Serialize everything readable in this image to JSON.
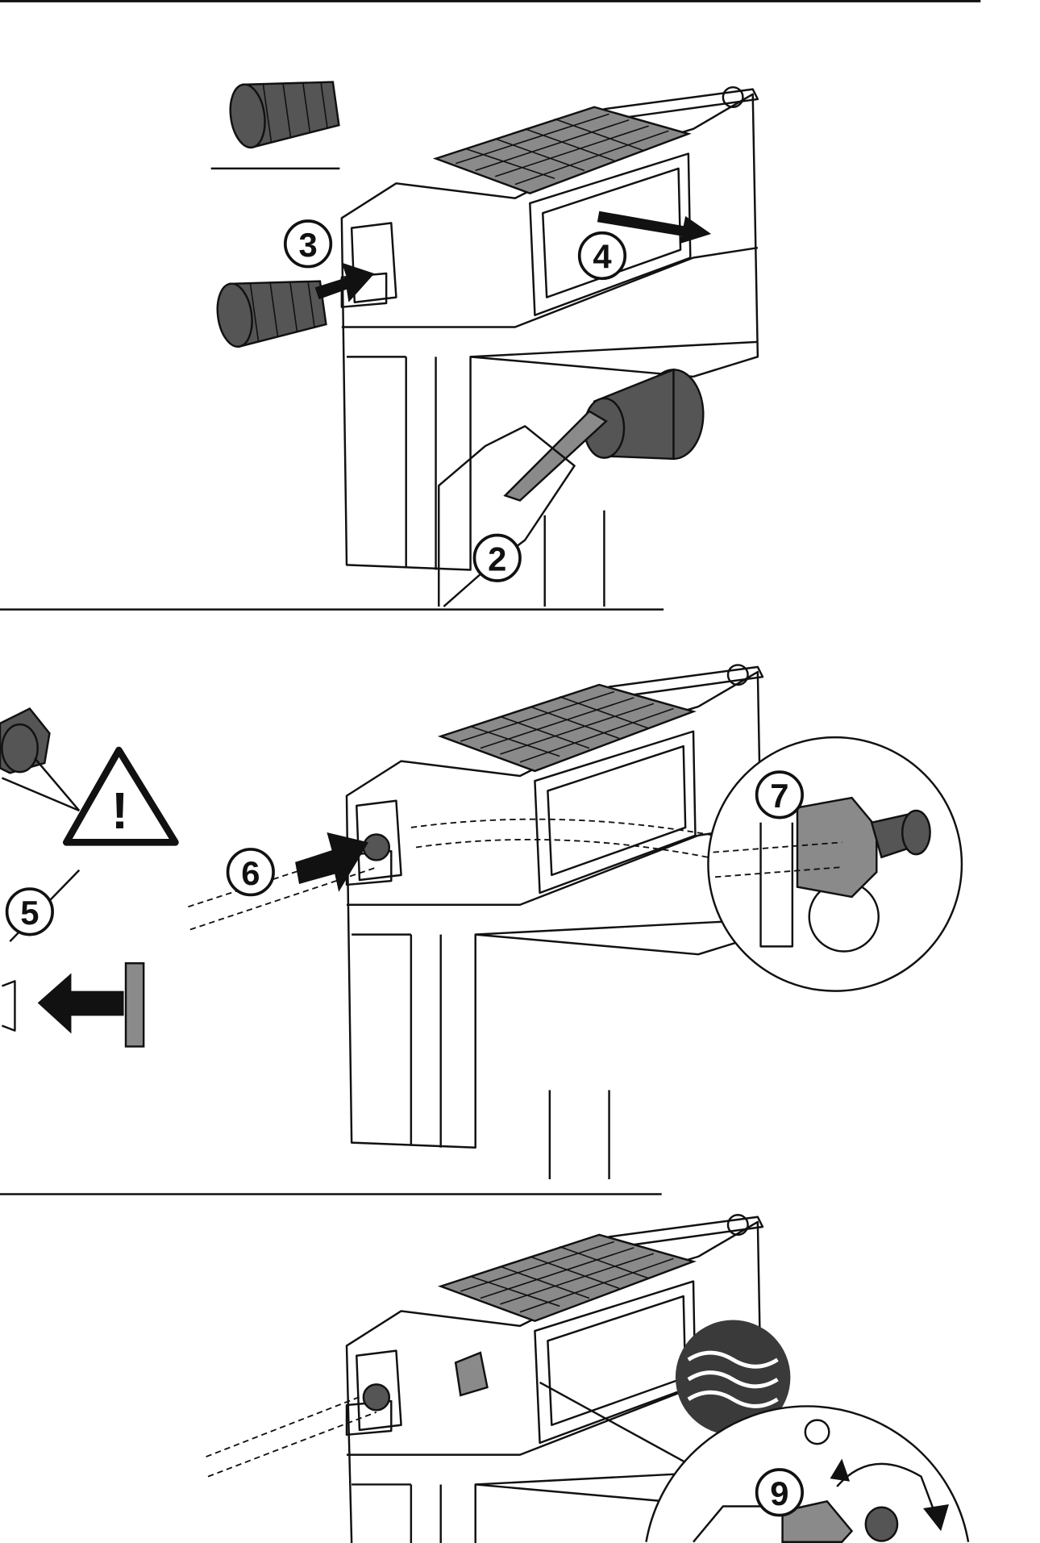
{
  "diagram": {
    "type": "installation-instructions",
    "colors": {
      "line": "#111111",
      "fill_grey": "#8a8a8a",
      "water_icon": "#3a3a3a"
    },
    "panels": [
      {
        "steps": [
          "2",
          "3",
          "4"
        ]
      },
      {
        "steps": [
          "5",
          "6",
          "7"
        ],
        "icons": [
          "warning-icon"
        ]
      },
      {
        "steps": [
          "9"
        ],
        "icons": [
          "water-icon"
        ]
      }
    ],
    "callouts": {
      "s2": "2",
      "s3": "3",
      "s4": "4",
      "s5": "5",
      "s6": "6",
      "s7": "7",
      "s9": "9"
    },
    "warning_symbol": "!"
  }
}
